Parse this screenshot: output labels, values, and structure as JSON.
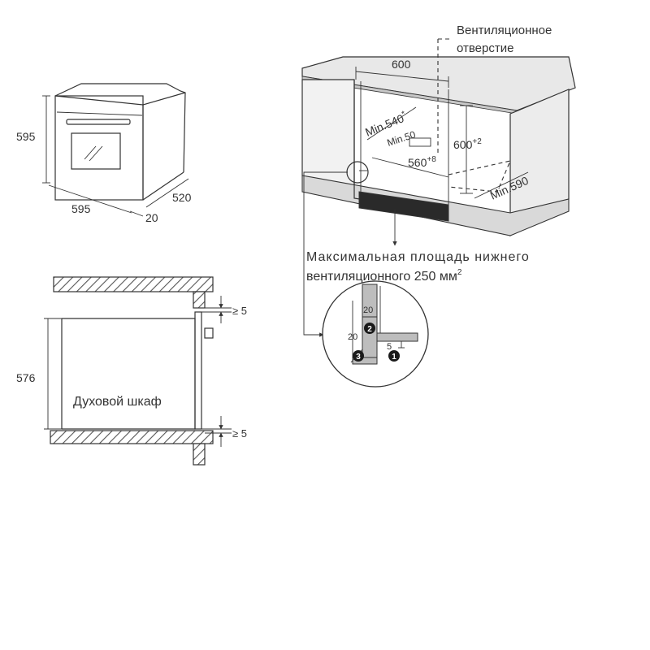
{
  "oven": {
    "height": "595",
    "width": "595",
    "depth": "520",
    "front": "20"
  },
  "side_view": {
    "height": "576",
    "gap_top": "≥ 5",
    "gap_bottom": "≥ 5",
    "cabinet_label": "Духовой шкаф"
  },
  "niche": {
    "vent_label_line1": "Вентиляционное",
    "vent_label_line2": "отверстие",
    "width_600": "600",
    "min_540": "Min.540",
    "min_540_sup": "*",
    "min_50": "Min.50",
    "height_600": "600",
    "height_600_sup": "+2",
    "width_560": "560",
    "width_560_sup": "+8",
    "min_590": "Min.590",
    "note_line1": "Максимальная площадь нижнего",
    "note_line2": "вентиляционного 250 мм",
    "note_sup": "2"
  },
  "detail": {
    "dim_20_top": "20",
    "dim_20_left": "20",
    "dim_5": "5",
    "marker_1": "1",
    "marker_2": "2",
    "marker_3": "3"
  },
  "colors": {
    "line": "#333333",
    "hatch": "#555555",
    "countertop": "#e8e8e8",
    "cabinet_shade": "#d9d9d9"
  }
}
